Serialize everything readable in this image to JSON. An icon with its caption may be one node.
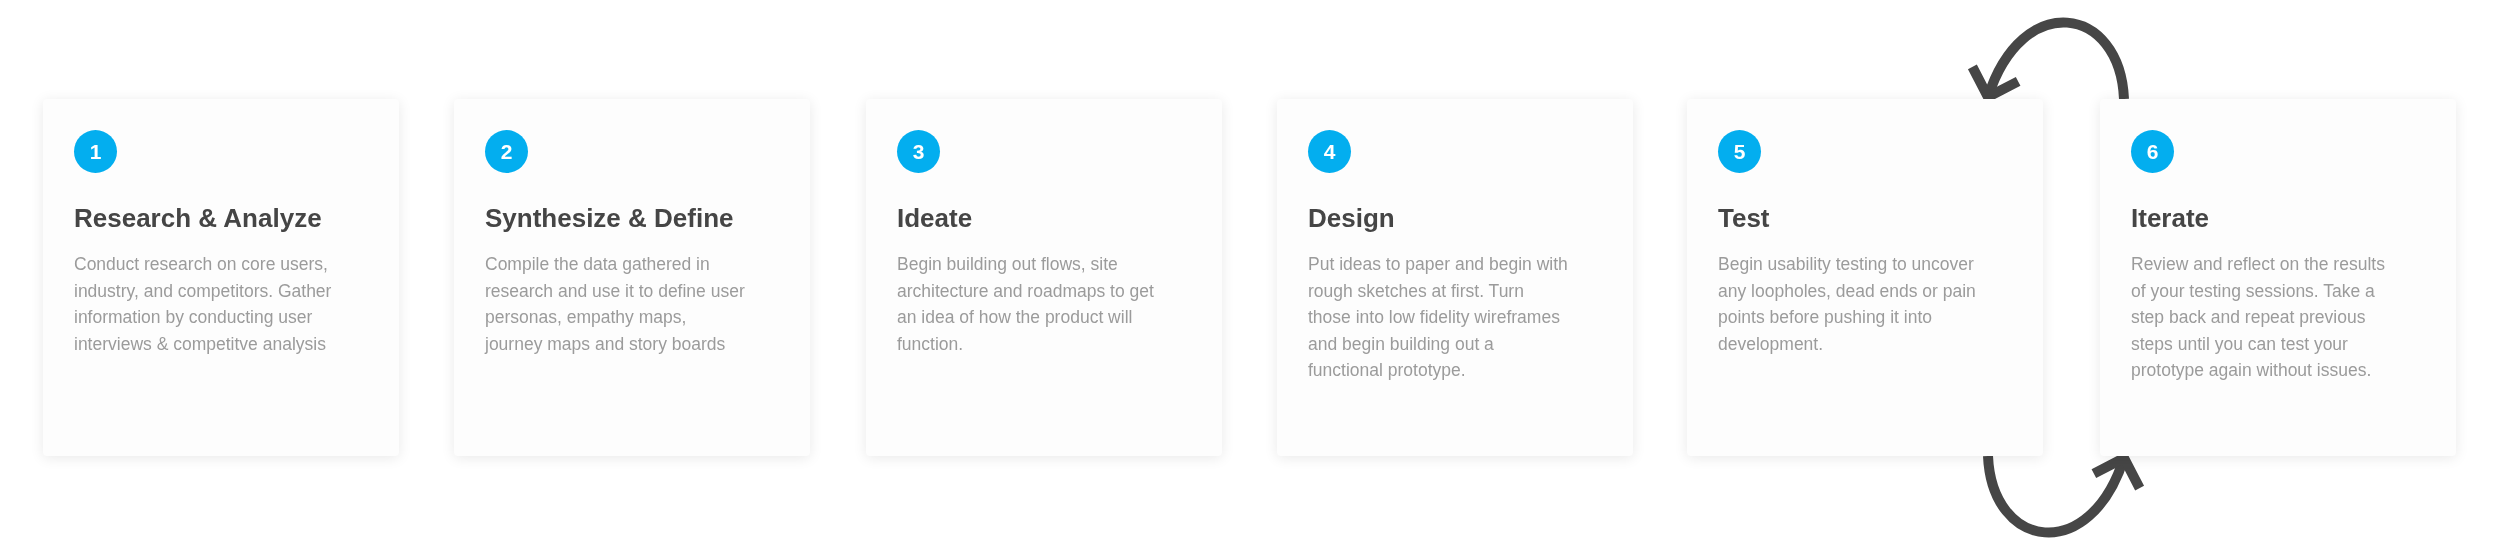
{
  "diagram": {
    "nodes": [
      {
        "text": [
          "Research & Analyze",
          "Conduct research on core users, industry, and competitors. Gather information by conducting user interviews & competitve analysis"
        ]
      },
      {
        "text": [
          "1"
        ],
        "in": 0
      },
      {
        "text": [
          "Synthesize & Define",
          "Compile the data gathered in research and use it to define user personas, empathy maps, journey maps and story boards"
        ]
      },
      {
        "text": [
          "2"
        ],
        "in": 2
      },
      {
        "text": [
          "Ideate",
          "Begin building out flows, site architecture and roadmaps to get an idea of how the product will function."
        ]
      },
      {
        "text": [
          "3"
        ],
        "in": 4
      },
      {
        "text": [
          "Design",
          "Put ideas to paper and begin with rough sketches at first. Turn those into low fidelity wireframes and begin building out a functional prototype."
        ]
      },
      {
        "text": [
          "4"
        ],
        "in": 6
      },
      {
        "text": [
          "Test",
          "Begin usability testing to uncover any loopholes, dead ends or pain points before pushing it into development."
        ]
      },
      {
        "text": [
          "5"
        ],
        "in": 8
      },
      {
        "text": [
          "Iterate",
          "Review and reflect on the results of your testing sessions. Take a step back and repeat previous steps until you can test your prototype again without issues."
        ]
      },
      {
        "text": [
          "6"
        ],
        "in": 10
      }
    ],
    "edges": [
      {
        "from": 10,
        "to": 8,
        "arrow": "to"
      },
      {
        "from": 8,
        "to": 10,
        "arrow": "to"
      }
    ]
  }
}
